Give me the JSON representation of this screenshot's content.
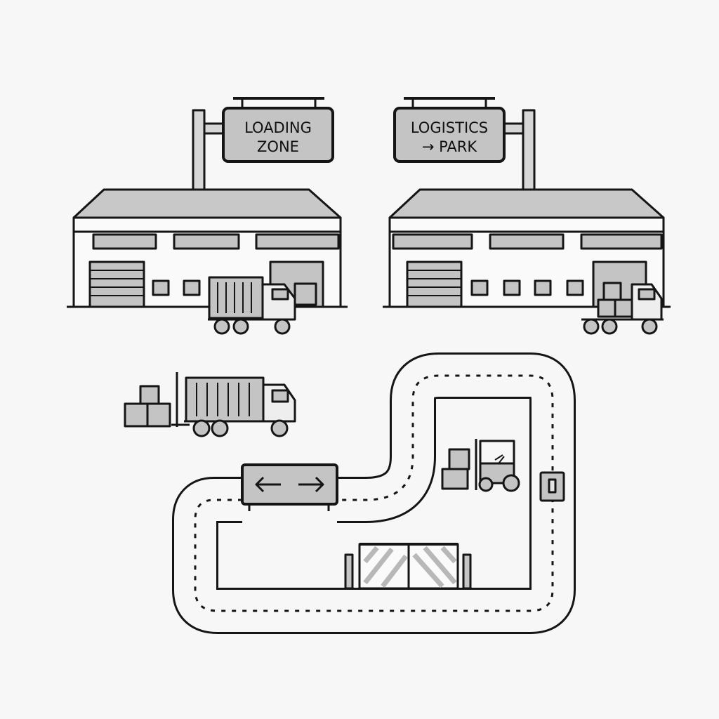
{
  "signs": {
    "left": {
      "line1": "LOADING",
      "line2": "ZONE"
    },
    "right": {
      "line1": "LOGISTICS",
      "line2": "→ PARK"
    }
  },
  "road_sign": {
    "icon": "left-right-arrows-icon"
  },
  "colors": {
    "stroke": "#151515",
    "fill_gray": "#c4c4c4",
    "background": "#f7f7f7"
  }
}
